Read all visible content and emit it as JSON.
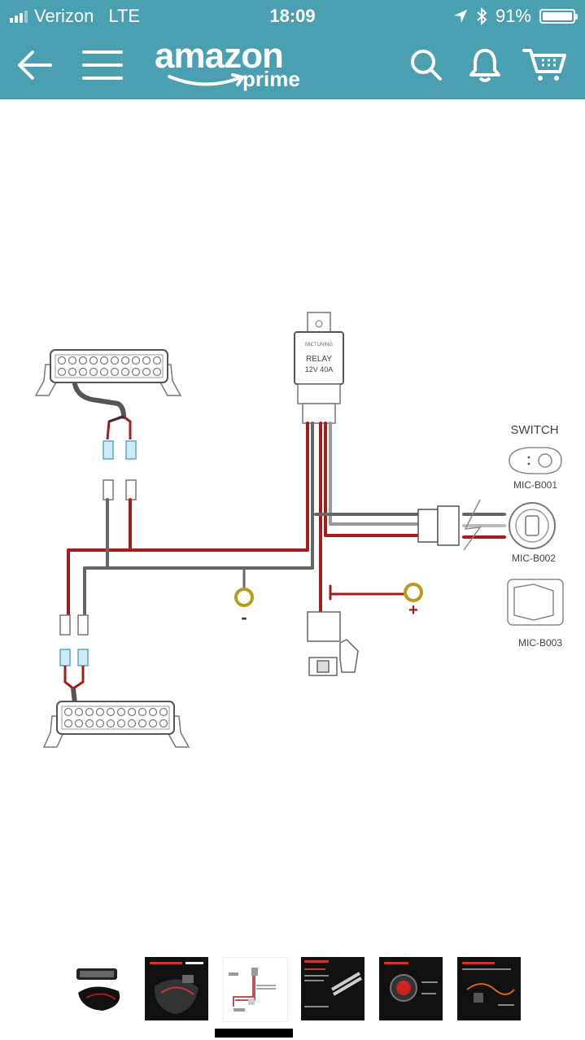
{
  "status_bar": {
    "carrier": "Verizon",
    "network": "LTE",
    "time": "18:09",
    "battery": "91%"
  },
  "nav": {
    "brand": "amazon",
    "brand_sub": "prime"
  },
  "diagram": {
    "relay_label": "RELAY",
    "relay_rating": "12V 40A",
    "switch_title": "SWITCH",
    "switch_models": [
      "MIC-B001",
      "MIC-B002",
      "MIC-B003"
    ],
    "negative_symbol": "-",
    "positive_symbol": "+"
  },
  "gallery": {
    "thumb_count": 6,
    "selected_index": 2
  },
  "colors": {
    "brand_bar": "#4a9fb1",
    "red_wire": "#a31d1d",
    "gray_wire": "#666666",
    "terminal": "#b79c1c",
    "connector": "#9fd8e8"
  }
}
